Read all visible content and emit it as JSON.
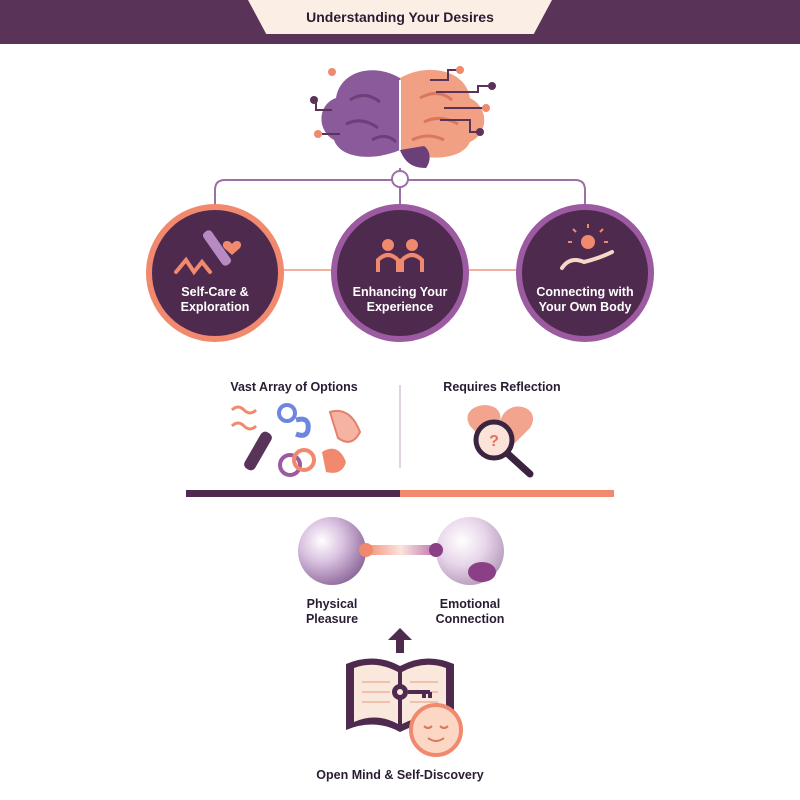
{
  "header": {
    "title": "Understanding Your Desires"
  },
  "hierarchy": {
    "nodes": [
      {
        "label": "Self-Care &\nExploration"
      },
      {
        "label": "Enhancing Your\nExperience"
      },
      {
        "label": "Connecting with\nYour Own Body"
      }
    ]
  },
  "comparison": {
    "left": {
      "title": "Vast Array of Options"
    },
    "right": {
      "title": "Requires Reflection"
    }
  },
  "balance": {
    "left": {
      "label": "Physical\nPleasure"
    },
    "right": {
      "label": "Emotional\nConnection"
    }
  },
  "footer": {
    "label": "Open Mind & Self-Discovery"
  },
  "colors": {
    "brand_purple": "#5a3358",
    "accent_coral": "#f0896d",
    "light_purple": "#b78bc2",
    "ribbon_cream": "#fbeee4"
  }
}
